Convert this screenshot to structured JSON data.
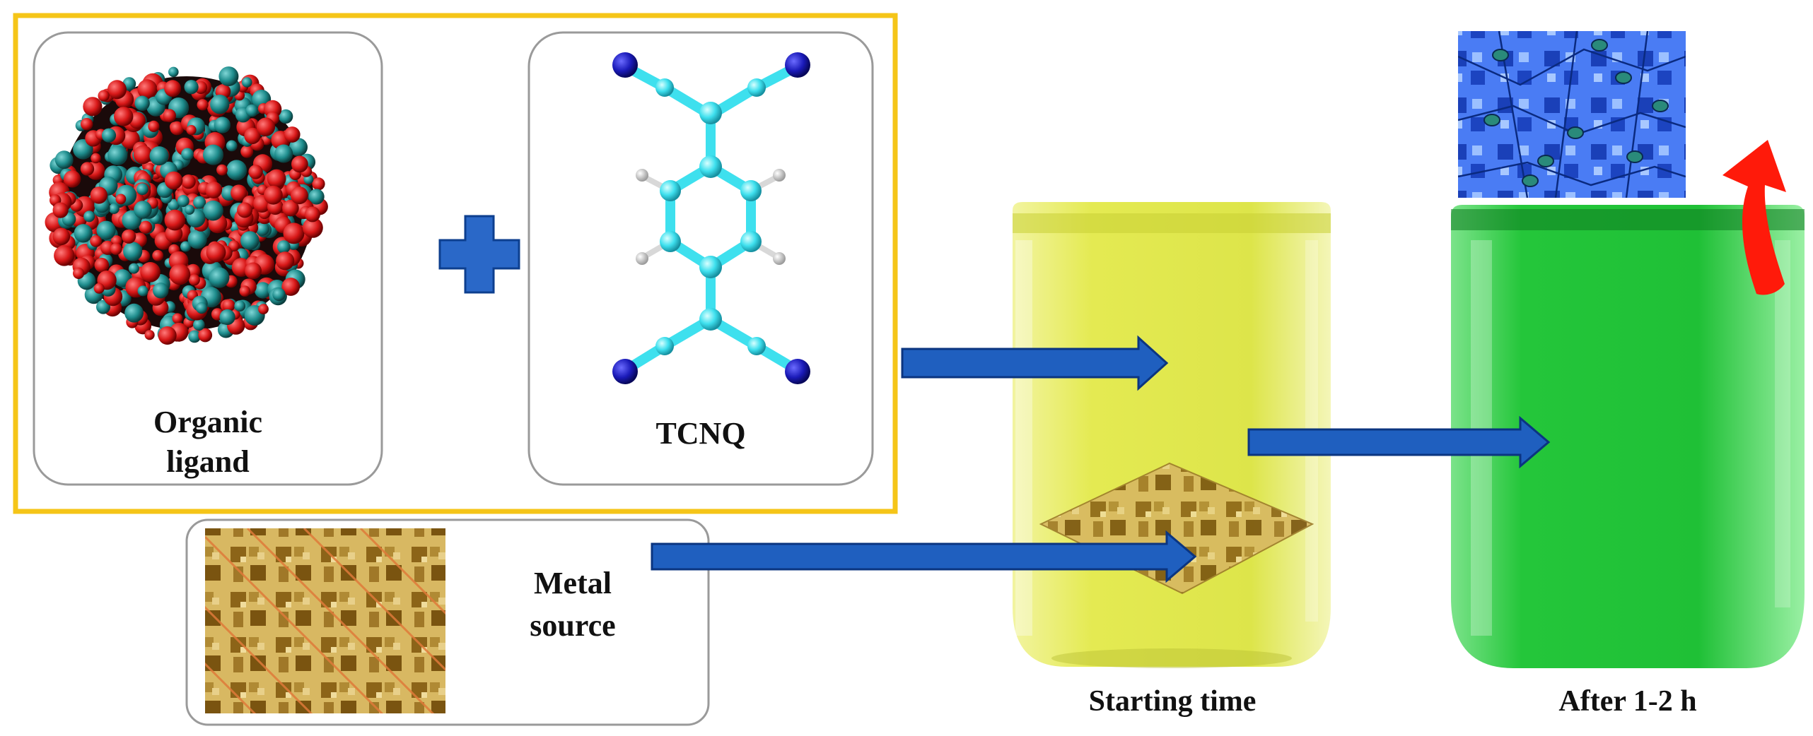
{
  "labels": {
    "organic_ligand_line1": "Organic",
    "organic_ligand_line2": "ligand",
    "tcnq": "TCNQ",
    "metal_line1": "Metal",
    "metal_line2": "source",
    "starting_time": "Starting time",
    "after": "After 1-2 h"
  },
  "colors": {
    "highlight_box": "#f5c518",
    "arrow_blue": "#1f5fbf",
    "plus_blue": "#2a68c8",
    "yellow_solution": "#e6ec5a",
    "green_solution": "#22c83a",
    "red_atom": "#d81818",
    "teal_atom": "#1d8b8b",
    "cyan_atom": "#3ee0ee",
    "nitrogen": "#1a1ab8",
    "curved_arrow_red": "#ff1a0a",
    "metal_tan": "#c8a040",
    "network_blue": "#3a6cf0"
  },
  "icons": [
    "plus-icon",
    "curved-arrow-icon",
    "right-arrow-icon"
  ]
}
